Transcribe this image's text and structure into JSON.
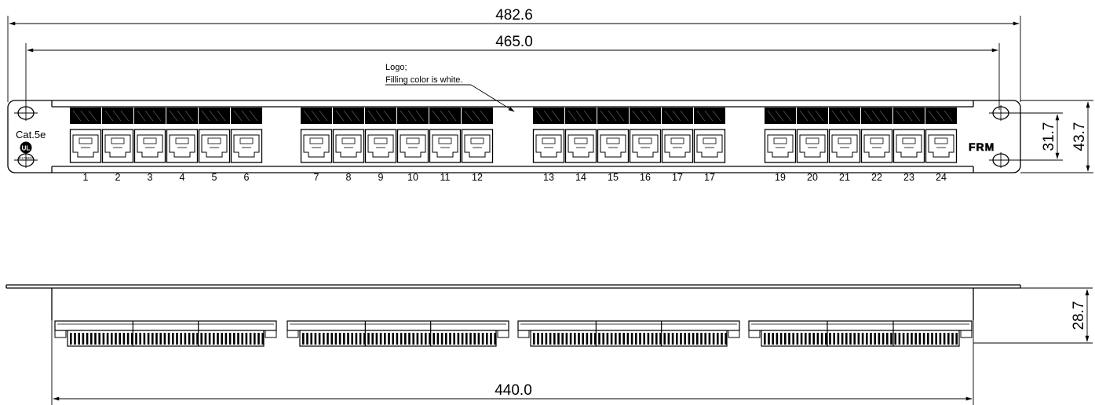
{
  "dimensions": {
    "overall_width": "482.6",
    "hole_spacing": "465.0",
    "panel_height": "43.7",
    "inner_height": "31.7",
    "depth": "28.7",
    "body_width": "440.0"
  },
  "callout": {
    "line1": "Logo;",
    "line2": "Filling color is white."
  },
  "front_panel": {
    "category_label": "Cat.5e",
    "cert_mark": "UL",
    "cert_subtext": "E178822",
    "brand_logo": "FRM",
    "port_numbers": [
      "1",
      "2",
      "3",
      "4",
      "5",
      "6",
      "7",
      "8",
      "9",
      "10",
      "11",
      "12",
      "13",
      "14",
      "15",
      "16",
      "17",
      "17",
      "19",
      "20",
      "21",
      "22",
      "23",
      "24"
    ]
  }
}
